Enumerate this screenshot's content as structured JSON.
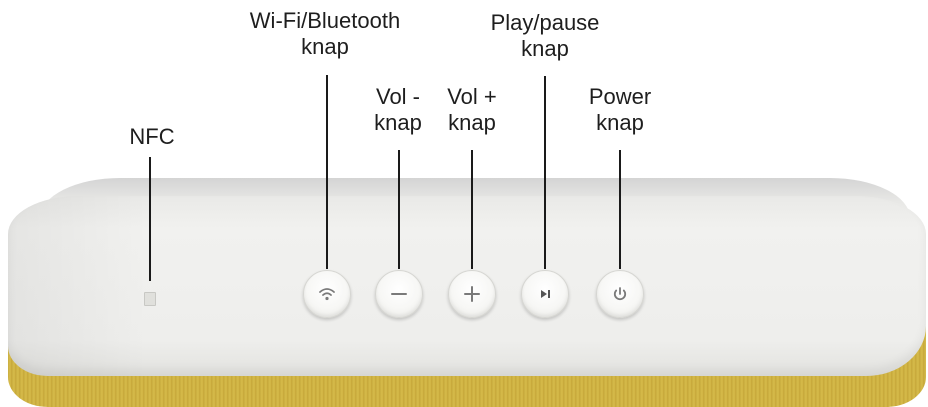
{
  "labels": {
    "nfc": "NFC",
    "wifi_bluetooth": {
      "line1": "Wi-Fi/Bluetooth",
      "line2": "knap"
    },
    "vol_minus": {
      "line1": "Vol -",
      "line2": "knap"
    },
    "vol_plus": {
      "line1": "Vol +",
      "line2": "knap"
    },
    "play_pause": {
      "line1": "Play/pause",
      "line2": "knap"
    },
    "power": {
      "line1": "Power",
      "line2": "knap"
    }
  },
  "buttons": [
    {
      "id": "wifi",
      "icon": "wifi-icon"
    },
    {
      "id": "vol-minus",
      "icon": "minus-icon"
    },
    {
      "id": "vol-plus",
      "icon": "plus-icon"
    },
    {
      "id": "play-pause",
      "icon": "play-pause-icon"
    },
    {
      "id": "power",
      "icon": "power-icon"
    }
  ],
  "colors": {
    "speaker_body": "#eeeeec",
    "speaker_fabric": "#cdb03f",
    "label_text": "#1e1e1e",
    "icon": "#7a7a7a"
  }
}
